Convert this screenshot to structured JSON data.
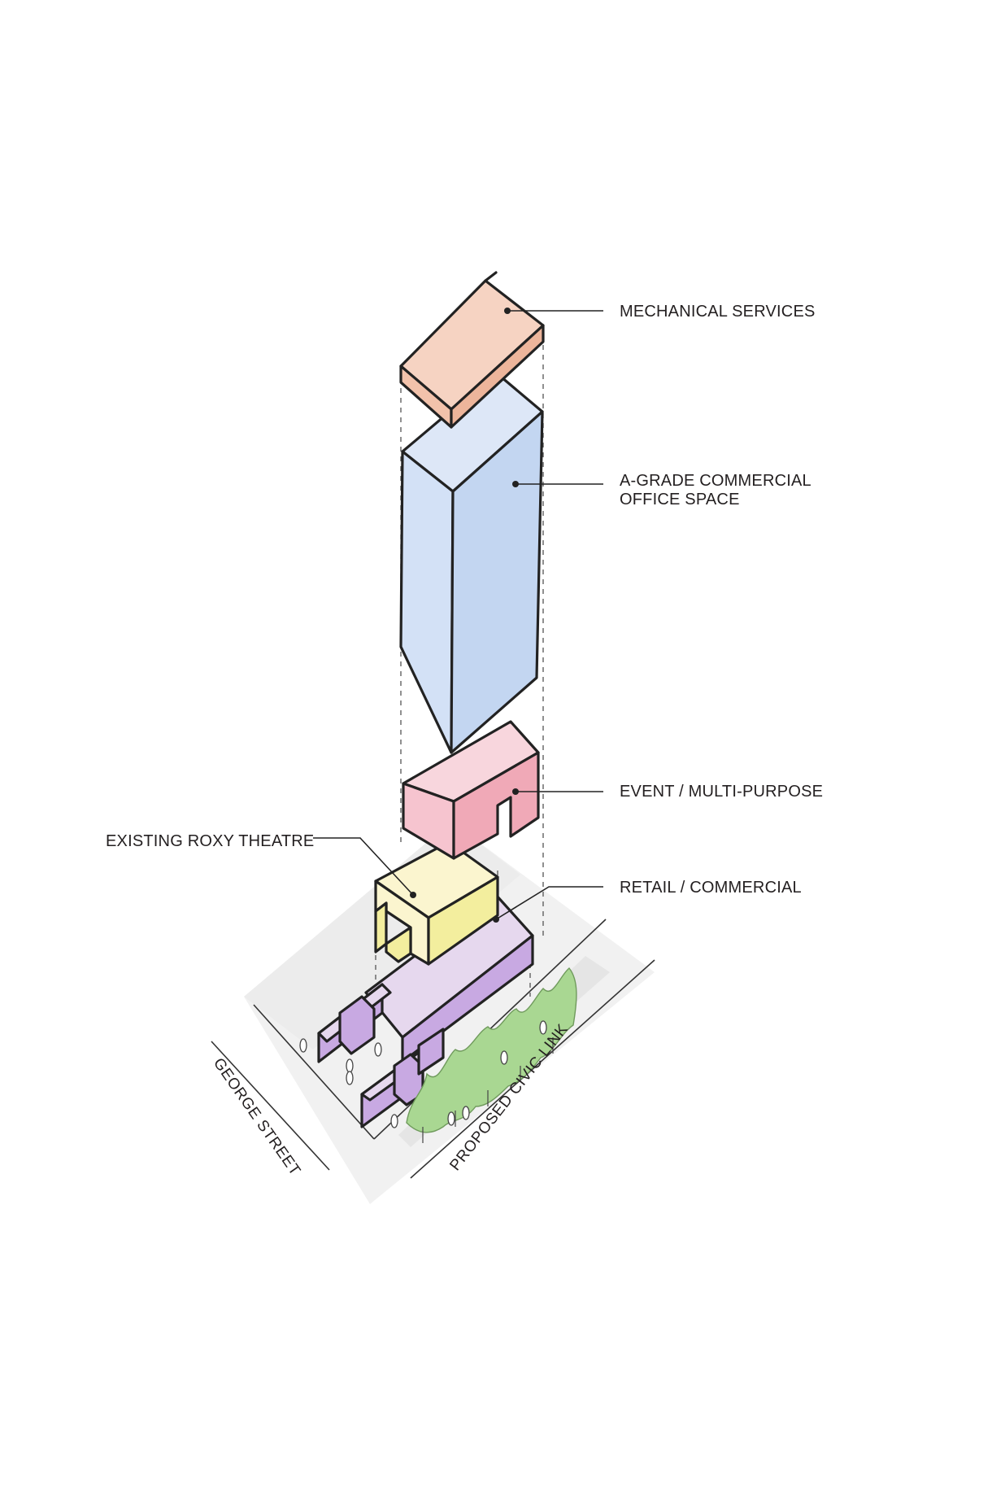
{
  "labels": {
    "mechanical": "MECHANICAL SERVICES",
    "office_line1": "A-GRADE COMMERCIAL",
    "office_line2": "OFFICE SPACE",
    "event": "EVENT / MULTI-PURPOSE",
    "roxy": "EXISTING ROXY THEATRE",
    "retail": "RETAIL / COMMERCIAL"
  },
  "streets": {
    "george": "GEORGE STREET",
    "civic_link": "PROPOSED CIVIC LINK"
  },
  "colors": {
    "mechanical": "#f6d3c2",
    "office_light": "#dde7f7",
    "office_mid": "#d3e1f6",
    "office_dark": "#c3d6f1",
    "event_light": "#f8d6dd",
    "event_mid": "#f5c7d0",
    "event_dark": "#f0aab7",
    "roxy_light": "#fbf5cf",
    "roxy_dark": "#f3ee9e",
    "retail_light": "#eadcf0",
    "retail_dark": "#c6a7e0",
    "trees": "#a9d792",
    "ground": "#efefef"
  }
}
